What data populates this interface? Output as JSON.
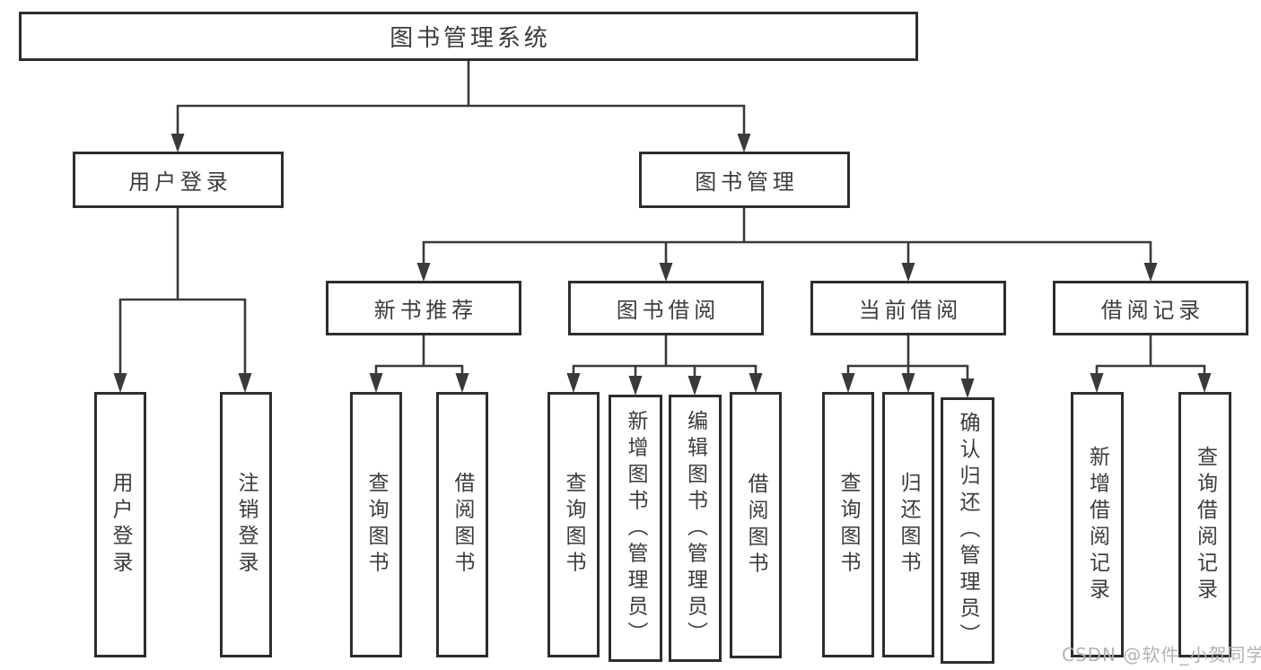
{
  "nodes": {
    "root": {
      "label": "图书管理系统"
    },
    "user_login": {
      "label": "用户登录"
    },
    "book_management": {
      "label": "图书管理"
    },
    "new_book_recommend": {
      "label": "新书推荐"
    },
    "book_borrowing": {
      "label": "图书借阅"
    },
    "current_borrowing": {
      "label": "当前借阅"
    },
    "borrowing_records": {
      "label": "借阅记录"
    },
    "login_leaf": {
      "label": "用户登录"
    },
    "logout_leaf": {
      "label": "注销登录"
    },
    "recommend_query_books": {
      "label": "查询图书"
    },
    "recommend_borrow_books": {
      "label": "借阅图书"
    },
    "borrowing_query_books": {
      "label": "查询图书"
    },
    "borrowing_add_books": {
      "label": "新增图书（管理员）"
    },
    "borrowing_edit_books": {
      "label": "编辑图书（管理员）"
    },
    "borrowing_borrow_books": {
      "label": "借阅图书"
    },
    "current_query_books": {
      "label": "查询图书"
    },
    "current_return_books": {
      "label": "归还图书"
    },
    "current_confirm_return": {
      "label": "确认归还（管理员）"
    },
    "records_add_record": {
      "label": "新增借阅记录"
    },
    "records_query_record": {
      "label": "查询借阅记录"
    }
  },
  "watermark": {
    "text": "CSDN @软件_小贺同学"
  },
  "colors": {
    "line": "#3a3a3a",
    "box_border": "#2d2d2d",
    "text": "#3c3c3c",
    "watermark": "#abb0b6",
    "background": "#ffffff"
  }
}
